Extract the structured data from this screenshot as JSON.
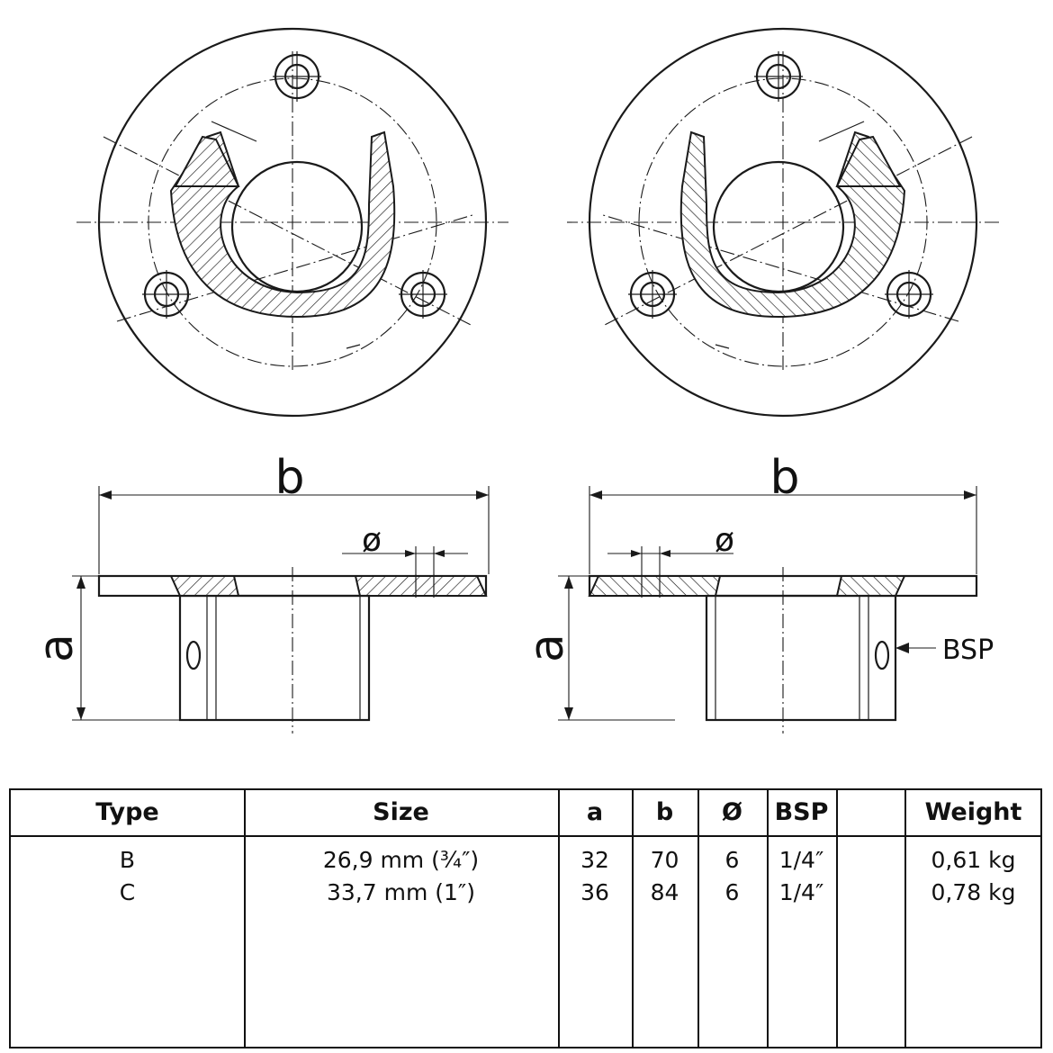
{
  "drawing": {
    "top_views": [
      {
        "name": "top-view-left"
      },
      {
        "name": "top-view-right"
      }
    ],
    "side_views": [
      {
        "dim_b": "b",
        "dim_a": "a",
        "dim_dia": "ø"
      },
      {
        "dim_b": "b",
        "dim_a": "a",
        "dim_dia": "ø",
        "thread_label": "BSP"
      }
    ]
  },
  "table": {
    "headers": {
      "type": "Type",
      "size": "Size",
      "a": "a",
      "b": "b",
      "dia": "Ø",
      "bsp": "BSP",
      "blank": "",
      "weight": "Weight"
    },
    "rows": [
      {
        "type": "B",
        "size": "26,9 mm (¾″)",
        "a": "32",
        "b": "70",
        "dia": "6",
        "bsp": "1/4″",
        "blank": "",
        "weight": "0,61 kg"
      },
      {
        "type": "C",
        "size": "33,7 mm (1″)",
        "a": "36",
        "b": "84",
        "dia": "6",
        "bsp": "1/4″",
        "blank": "",
        "weight": "0,78 kg"
      }
    ]
  }
}
